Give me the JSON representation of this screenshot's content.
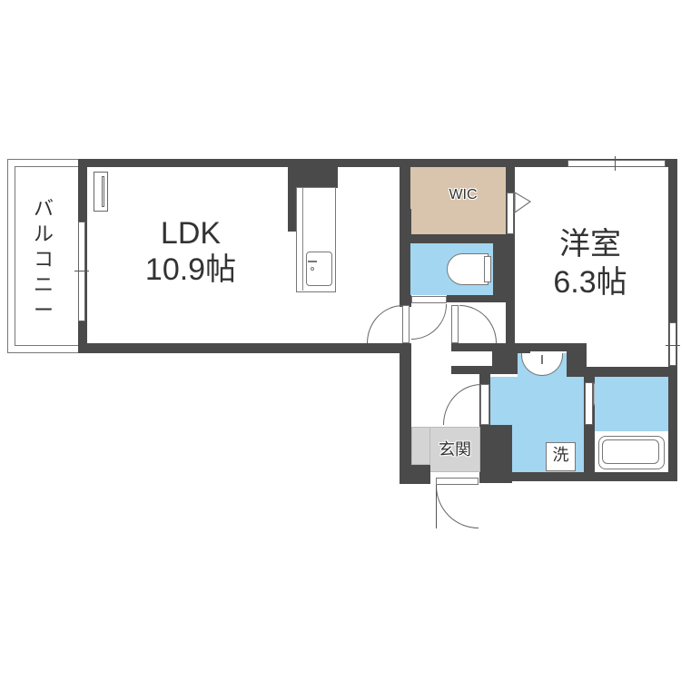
{
  "floor_plan": {
    "rooms": [
      {
        "id": "ldk",
        "name": "LDK",
        "size": "10.9帖"
      },
      {
        "id": "western_room",
        "name": "洋室",
        "size": "6.3帖"
      },
      {
        "id": "wic",
        "name": "WIC"
      },
      {
        "id": "balcony",
        "name": "バルコニー",
        "chars": [
          "バ",
          "ル",
          "コ",
          "ニ",
          "ー"
        ]
      },
      {
        "id": "entrance",
        "name": "玄関"
      },
      {
        "id": "washroom",
        "name": "洗"
      },
      {
        "id": "toilet",
        "name": ""
      },
      {
        "id": "bathroom",
        "name": ""
      }
    ],
    "colors": {
      "wall": "#4a4a4a",
      "wet_area": "#a3d6f0",
      "closet": "#d9c5ad",
      "entrance_floor": "#d4d4d4",
      "floor": "#ffffff"
    }
  }
}
